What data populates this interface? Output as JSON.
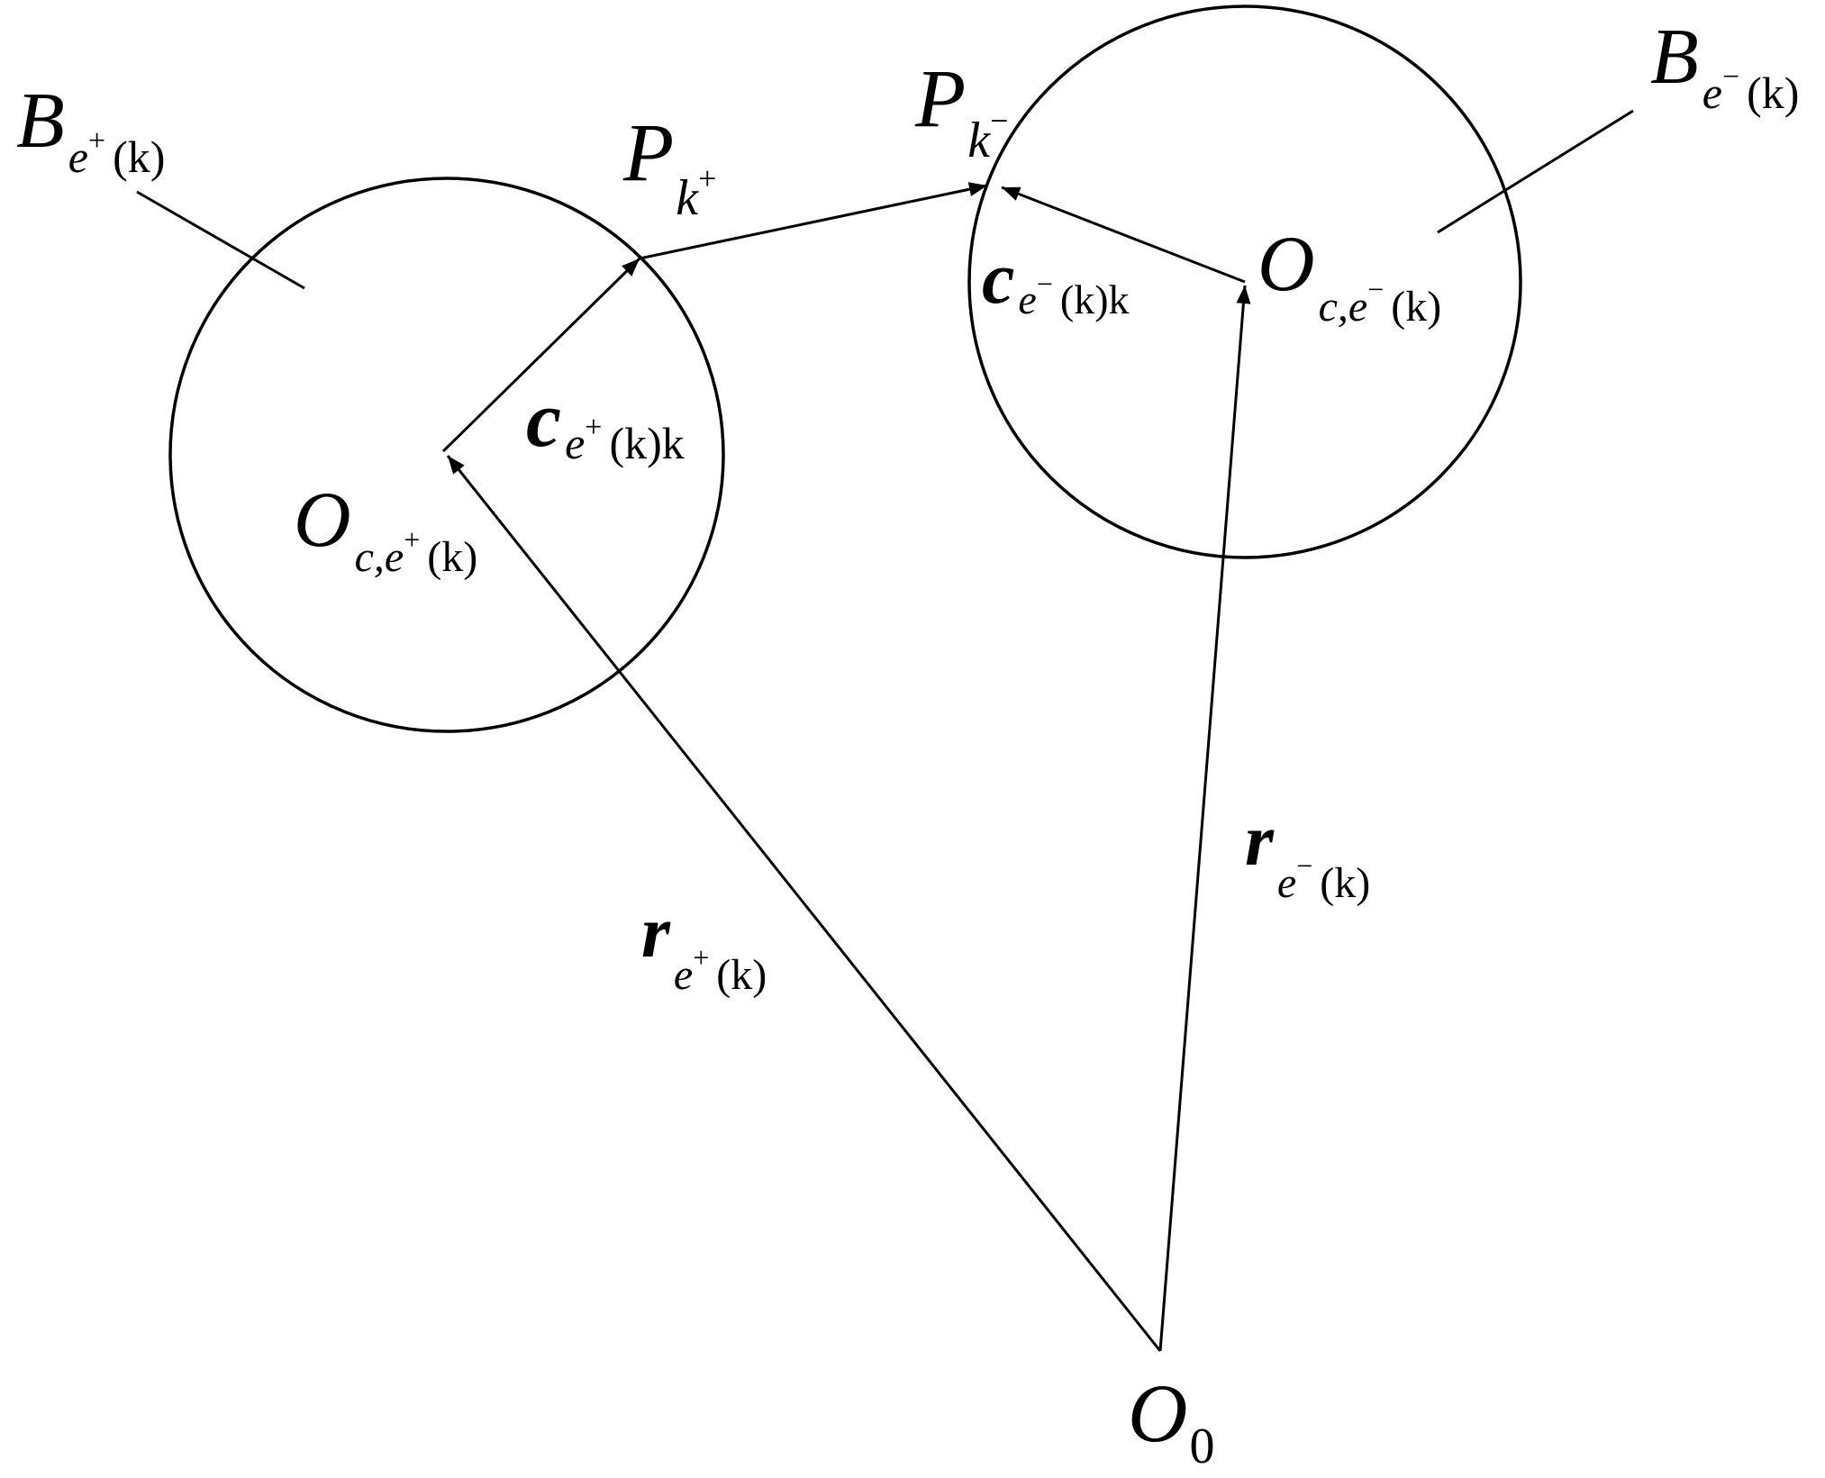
{
  "bodies": {
    "plus": {
      "main": "B",
      "sub_e": "e",
      "sub_sup": "+",
      "sub_arg": "(k)"
    },
    "minus": {
      "main": "B",
      "sub_e": "e",
      "sub_sup": "−",
      "sub_arg": "(k)"
    }
  },
  "points": {
    "p_plus": {
      "main": "P",
      "sub": "k",
      "sup": "+"
    },
    "p_minus": {
      "main": "P",
      "sub": "k",
      "sup": "−"
    }
  },
  "centers": {
    "plus": {
      "main": "O",
      "sub_pre": "c,",
      "sub_e": "e",
      "sub_sup": "+",
      "sub_arg": "(k)"
    },
    "minus": {
      "main": "O",
      "sub_pre": "c,",
      "sub_e": "e",
      "sub_sup": "−",
      "sub_arg": "(k)"
    }
  },
  "vectors": {
    "c_plus": {
      "main": "c",
      "sub_e": "e",
      "sub_sup": "+",
      "sub_arg": "(k)k"
    },
    "c_minus": {
      "main": "c",
      "sub_e": "e",
      "sub_sup": "−",
      "sub_arg": "(k)k"
    },
    "r_plus": {
      "main": "r",
      "sub_e": "e",
      "sub_sup": "+",
      "sub_arg": "(k)"
    },
    "r_minus": {
      "main": "r",
      "sub_e": "e",
      "sub_sup": "−",
      "sub_arg": "(k)"
    }
  },
  "origin": {
    "main": "O",
    "sub": "0"
  }
}
